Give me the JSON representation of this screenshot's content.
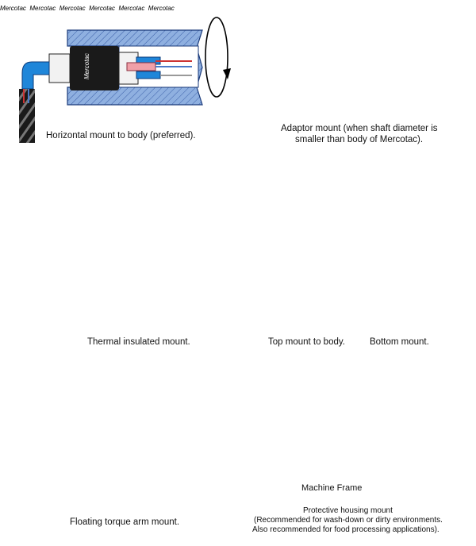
{
  "captions": {
    "horizontal": "Horizontal mount to body (preferred).",
    "adaptor_line1": "Adaptor mount (when shaft diameter is",
    "adaptor_line2": "smaller than body of Mercotac).",
    "thermal": "Thermal insulated mount.",
    "top": "Top mount to body.",
    "bottom": "Bottom mount.",
    "floating": "Floating torque arm mount.",
    "protective_line1": "Protective housing mount",
    "protective_line2": "(Recommended for wash-down or dirty environments.",
    "protective_line3": "Also recommended for food processing applications)."
  },
  "labels": {
    "machine_frame": "Machine Frame",
    "brand": "Mercotac"
  },
  "colors": {
    "housing_blue": "#7fa3d8",
    "hatch_line": "#3b5fa8",
    "connector_blue": "#1f86d9",
    "insulation_orange": "#e0703d",
    "frame_tan": "#d9a07a",
    "frame_green": "#6fb3a3",
    "body_black": "#1a1a1a",
    "collar_white": "#f2f2f2",
    "terminal_pink": "#f0a0a8",
    "arrow_black": "#000000"
  }
}
